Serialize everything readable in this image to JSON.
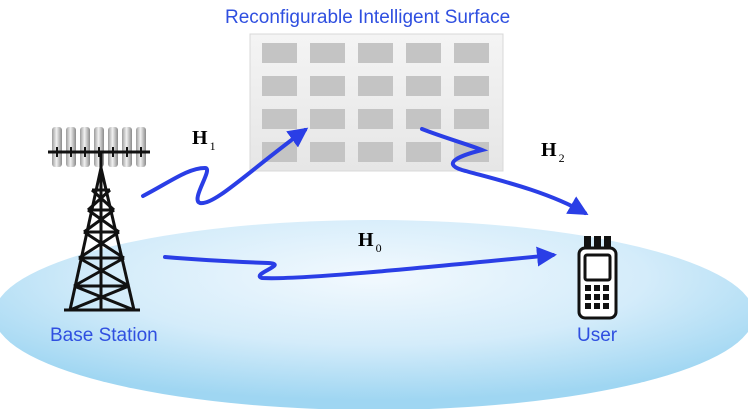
{
  "labels": {
    "ris": "Reconfigurable Intelligent Surface",
    "base_station": "Base Station",
    "user": "User"
  },
  "channels": {
    "h1": {
      "symbol": "H",
      "index": "1"
    },
    "h2": {
      "symbol": "H",
      "index": "2"
    },
    "h0": {
      "symbol": "H",
      "index": "0"
    }
  },
  "colors": {
    "label_blue": "#2f4fe0",
    "arrow_blue": "#2a3ee6",
    "coverage_light": "#eaf6fd",
    "coverage_dark": "#9fd6f2",
    "ris_panel": "#ececec",
    "ris_element": "#c4c4c4"
  },
  "ris_grid": {
    "rows": 4,
    "cols": 5
  }
}
